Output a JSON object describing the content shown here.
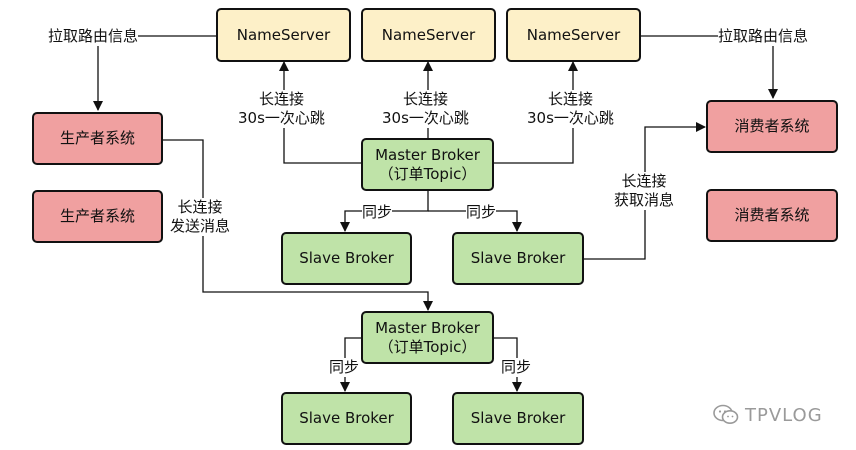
{
  "nameservers": [
    "NameServer",
    "NameServer",
    "NameServer"
  ],
  "producers": [
    "生产者系统",
    "生产者系统"
  ],
  "consumers": [
    "消费者系统",
    "消费者系统"
  ],
  "master1": {
    "line1": "Master Broker",
    "line2": "（订单Topic）"
  },
  "master2": {
    "line1": "Master Broker",
    "line2": "（订单Topic）"
  },
  "slaves": [
    "Slave Broker",
    "Slave Broker",
    "Slave Broker",
    "Slave Broker"
  ],
  "labels": {
    "pull_route": "拉取路由信息",
    "heartbeat_line1": "长连接",
    "heartbeat_line2": "30s一次心跳",
    "send_line1": "长连接",
    "send_line2": "发送消息",
    "fetch_line1": "长连接",
    "fetch_line2": "获取消息",
    "sync": "同步"
  },
  "watermark": {
    "icon": "wechat-icon",
    "text": "TPVLOG"
  },
  "colors": {
    "nameserver": "#fdf0c8",
    "system": "#f0a0a0",
    "broker": "#bfe3a8"
  }
}
